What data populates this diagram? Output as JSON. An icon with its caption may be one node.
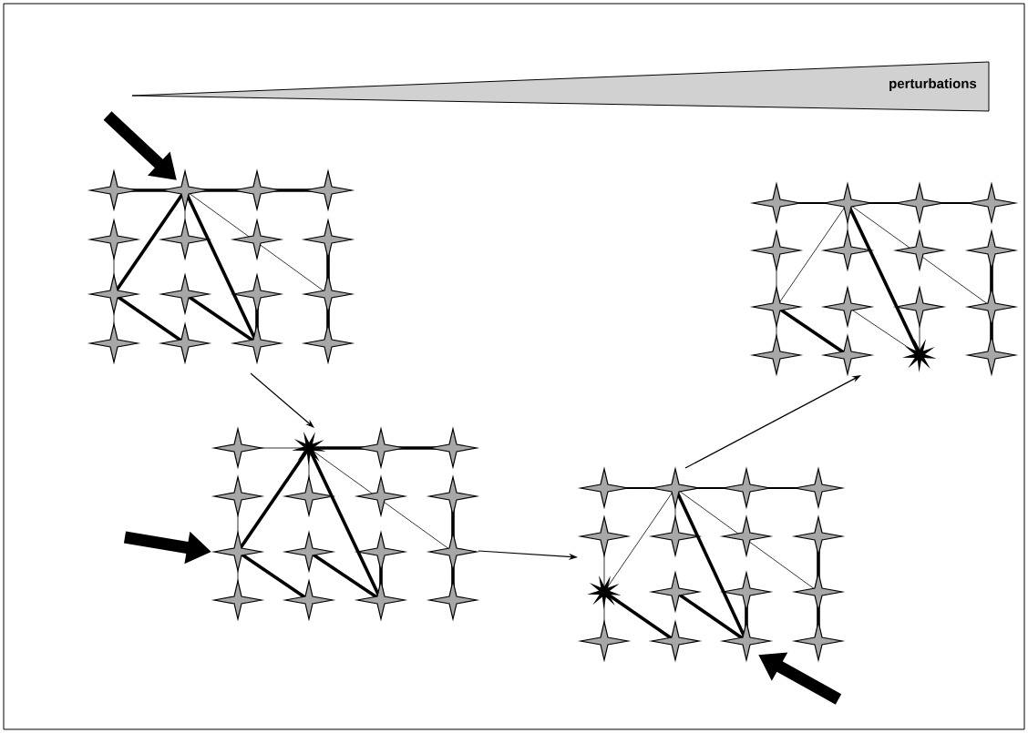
{
  "diagram": {
    "nodes": [
      {
        "text": [
          "perturbations"
        ]
      },
      {
        "text": [],
        "shape": "picture"
      },
      {
        "text": [],
        "shape": "picture"
      },
      {
        "text": [],
        "shape": "picture"
      },
      {
        "text": [],
        "shape": "picture"
      }
    ],
    "edges": [
      {
        "from": 1,
        "to": 2,
        "arrow": "to"
      },
      {
        "from": 2,
        "to": 3,
        "arrow": "to"
      },
      {
        "from": 3,
        "to": 4,
        "arrow": "to"
      },
      {
        "from": null,
        "to": 1,
        "arrow": "to",
        "style": "thick"
      },
      {
        "from": null,
        "to": 2,
        "arrow": "to",
        "style": "thick"
      },
      {
        "from": null,
        "to": 3,
        "arrow": "to",
        "style": "thick"
      }
    ]
  }
}
